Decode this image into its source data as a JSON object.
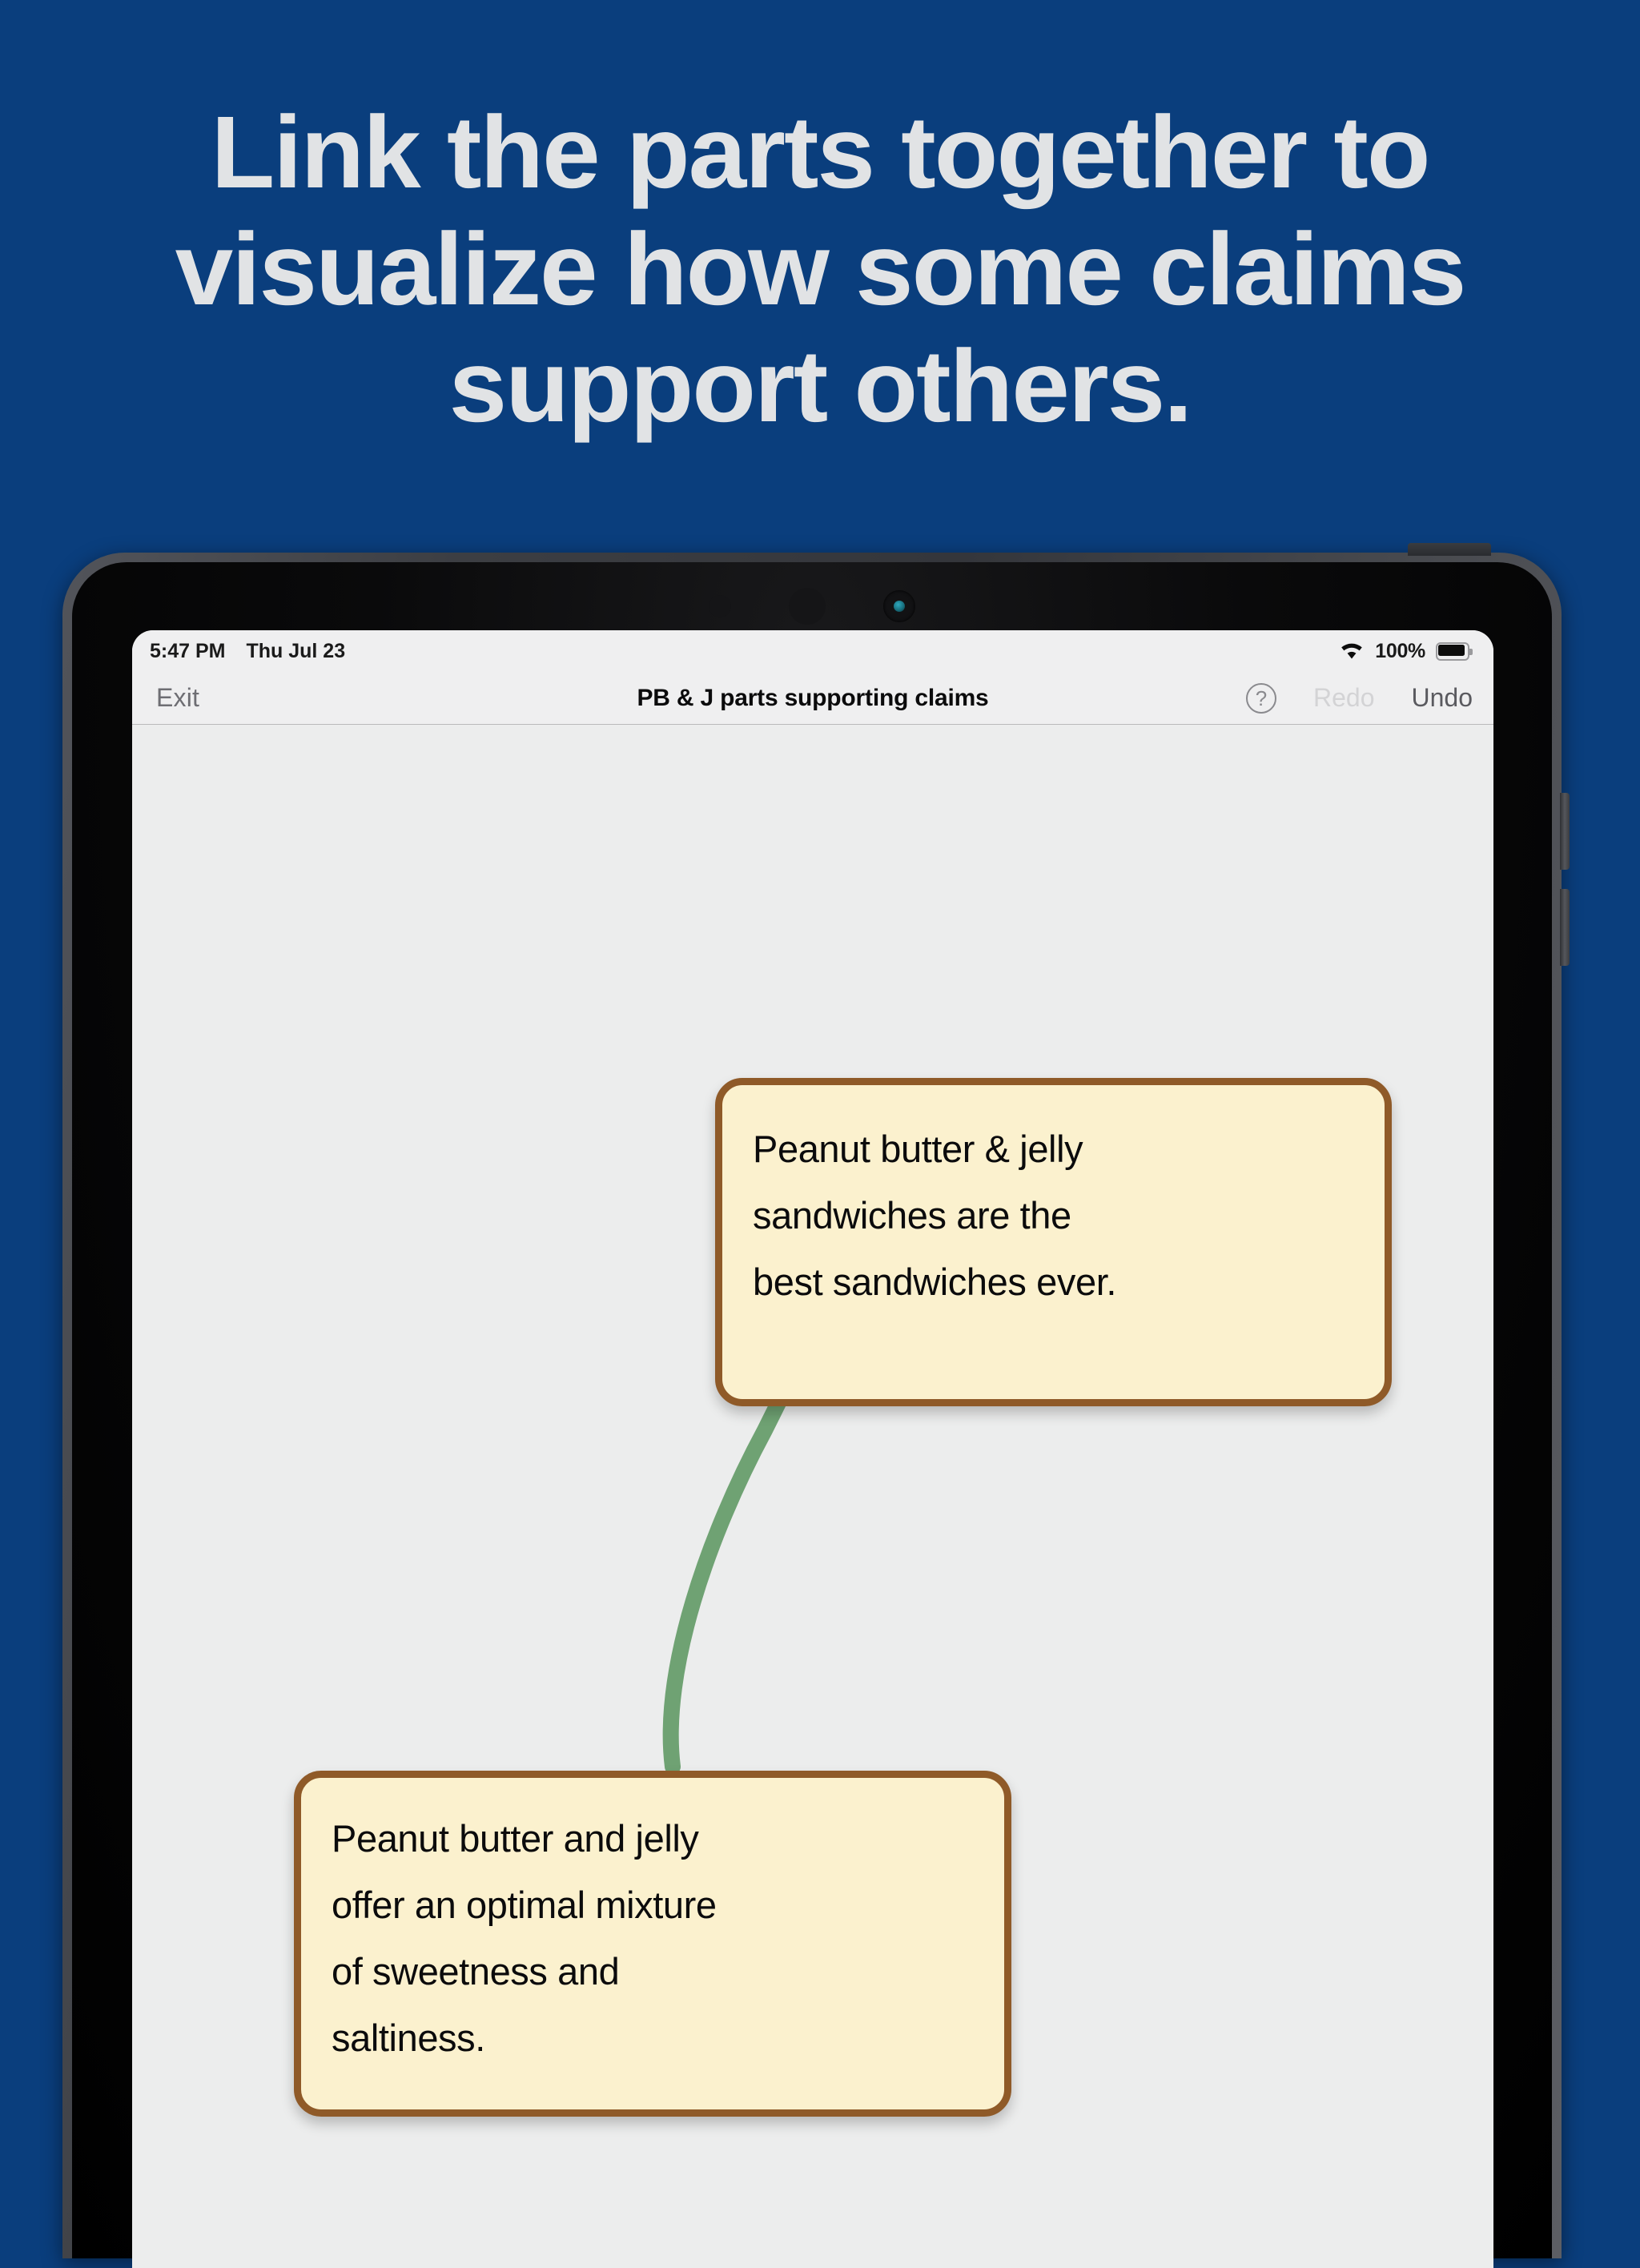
{
  "promo": {
    "background_color": "#0a3e7d",
    "text_color": "#e1e3e5",
    "headline_lines": [
      "Link the parts together to",
      "visualize how some claims",
      "support others."
    ]
  },
  "device": {
    "type": "tablet",
    "hardware": {
      "power_button": "power-button",
      "volume_up_button": "volume-up-button",
      "volume_down_button": "volume-down-button",
      "front_camera": "front-camera"
    }
  },
  "status_bar": {
    "time": "5:47 PM",
    "date": "Thu Jul 23",
    "wifi_icon": "wifi-icon",
    "battery_percent": "100%",
    "battery_icon": "battery-full-icon"
  },
  "toolbar": {
    "exit_label": "Exit",
    "title": "PB & J parts supporting claims",
    "help_label": "?",
    "redo_label": "Redo",
    "redo_enabled": false,
    "undo_label": "Undo",
    "undo_enabled": true
  },
  "canvas": {
    "background_color": "#eceded",
    "card_fill_color": "#fbf1ce",
    "card_border_color": "#8f5a28",
    "connector_color": "#6fa273",
    "connector_arrowhead_color": "#45a148",
    "notes": [
      {
        "id": "claim",
        "text": "Peanut butter & jelly\nsandwiches are the\nbest sandwiches ever."
      },
      {
        "id": "support",
        "text": "Peanut butter and jelly\noffer an optimal mixture\nof sweetness and\nsaltiness."
      }
    ],
    "connector": {
      "from": "support",
      "to": "claim",
      "direction": "supports"
    }
  }
}
